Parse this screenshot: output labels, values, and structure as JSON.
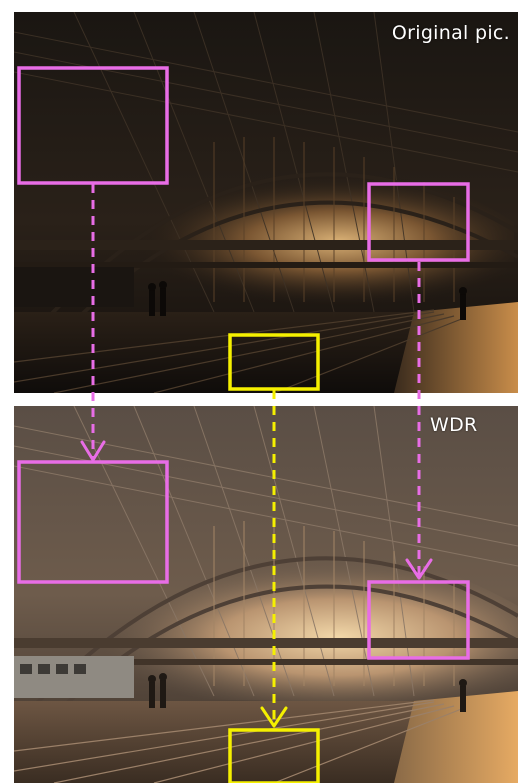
{
  "labels": {
    "original": "Original pic.",
    "processed": "WDR"
  },
  "colors": {
    "region_box": "#e86de6",
    "ground_box": "#f5f000",
    "arrow_magenta": "#e86de6",
    "arrow_yellow": "#f5f000"
  },
  "scene": {
    "subject": "train-station-hall",
    "original_exposure": "dark",
    "processed_exposure": "balanced"
  }
}
